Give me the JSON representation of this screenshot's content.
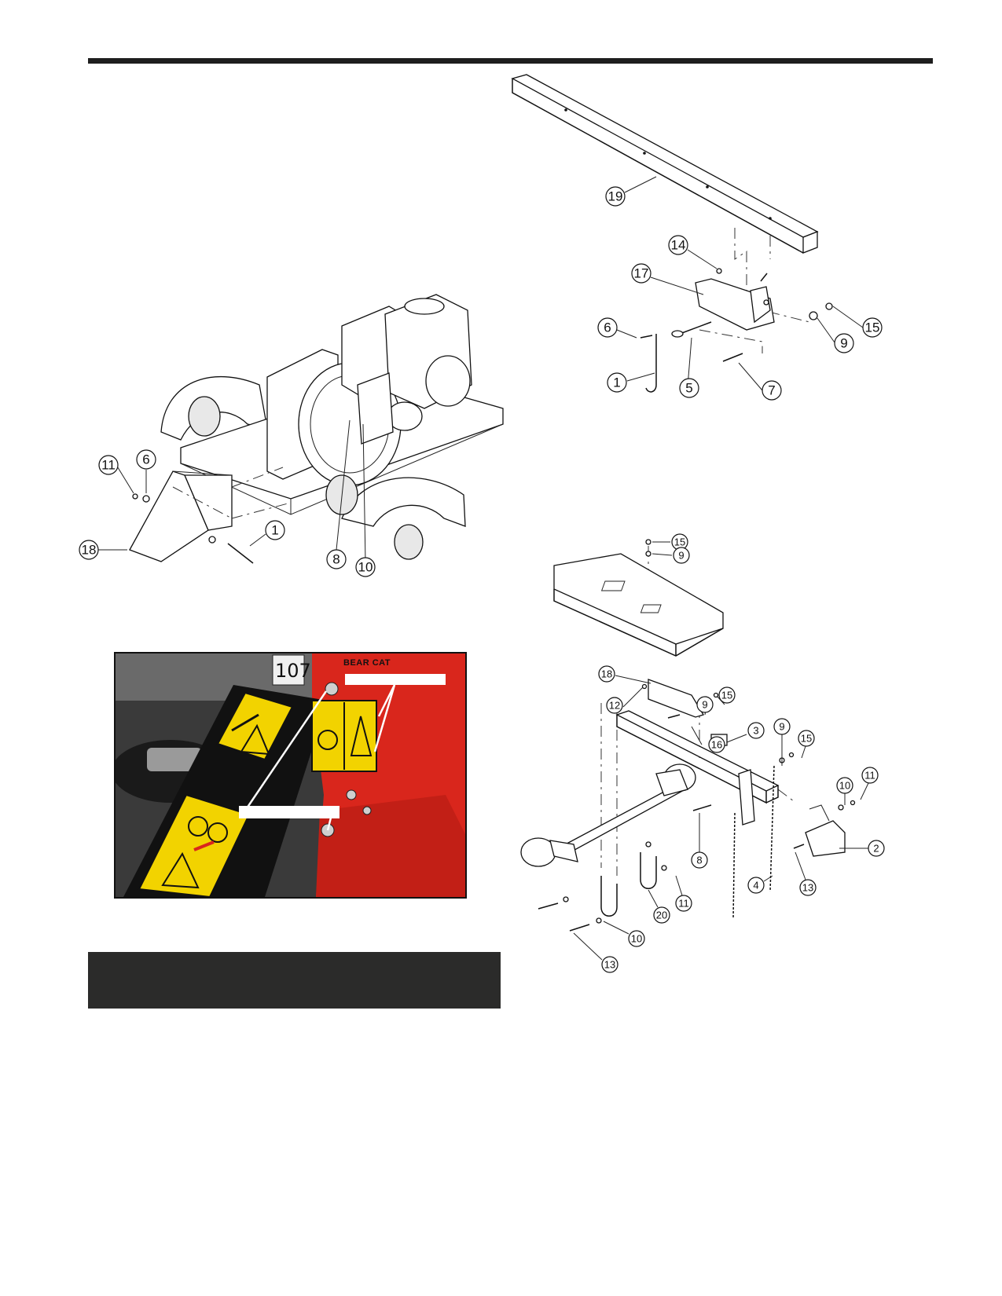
{
  "diagram_top_left": {
    "callouts": [
      "11",
      "6",
      "18",
      "1",
      "8",
      "10"
    ]
  },
  "diagram_top_right": {
    "callouts": [
      "19",
      "14",
      "17",
      "6",
      "1",
      "5",
      "7",
      "9",
      "15"
    ]
  },
  "diagram_bottom_right": {
    "callouts": [
      "15",
      "9",
      "18",
      "12",
      "9",
      "15",
      "16",
      "3",
      "9",
      "15",
      "10",
      "11",
      "8",
      "2",
      "13",
      "4",
      "20",
      "11",
      "10",
      "13"
    ]
  },
  "photo": {
    "brand": "BEAR CAT",
    "model_plate": "107",
    "label_box_1": "",
    "label_box_2": ""
  },
  "colors": {
    "rule": "#1e1e1e",
    "bottom_bar": "#2b2b2a",
    "machine_red": "#d9261c",
    "decal_yellow": "#f2d300"
  }
}
